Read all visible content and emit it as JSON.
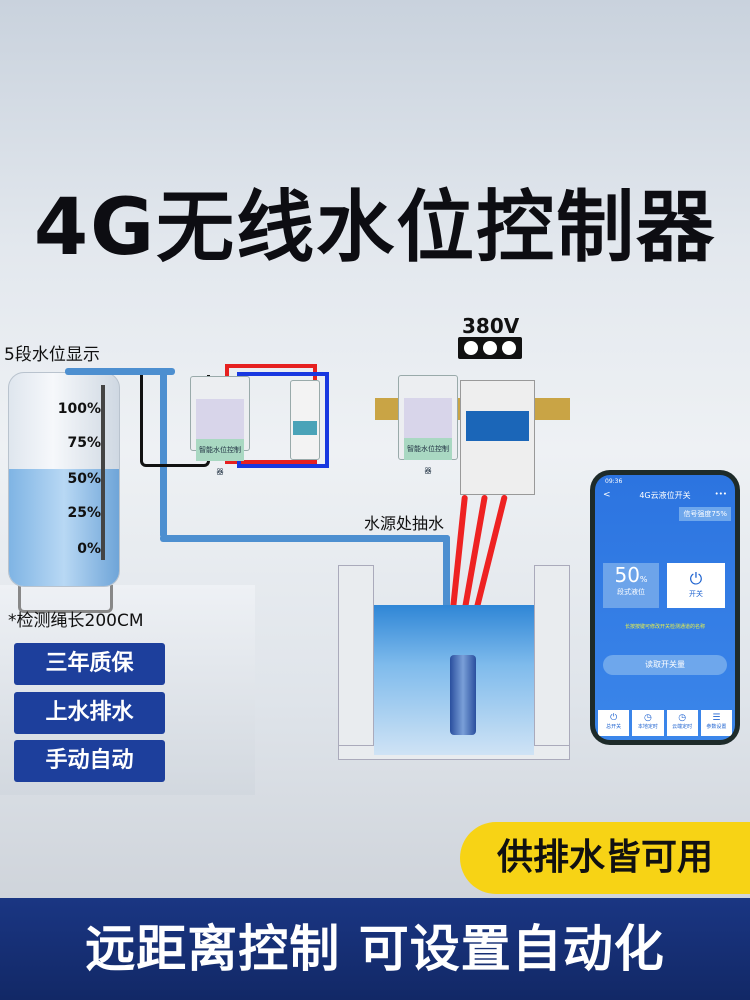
{
  "title": "4G无线水位控制器",
  "levels": {
    "caption": "5段水位显示",
    "marks": [
      "100%",
      "75%",
      "50%",
      "25%",
      "0%"
    ],
    "rope_length": "*检测绳长200CM"
  },
  "badges": [
    "三年质保",
    "上水排水",
    "手动自动"
  ],
  "device_label": "智能水位控制器",
  "voltage": "380V",
  "water_source": "水源处抽水",
  "phone": {
    "time": "09:36",
    "app_title": "4G云液位开关",
    "back": "<",
    "more": "•••",
    "signal": "信号强度75%",
    "level_value": "50",
    "level_unit": "%",
    "level_label": "段式液位",
    "switch_label": "开关",
    "hint": "长按按键可修改开关检测通道的名称",
    "read_button": "读取开关量",
    "tabs": [
      "总开关",
      "本地定时",
      "云端定时",
      "参数设置"
    ]
  },
  "tagline": "供排水皆可用",
  "footer": "远距离控制 可设置自动化"
}
